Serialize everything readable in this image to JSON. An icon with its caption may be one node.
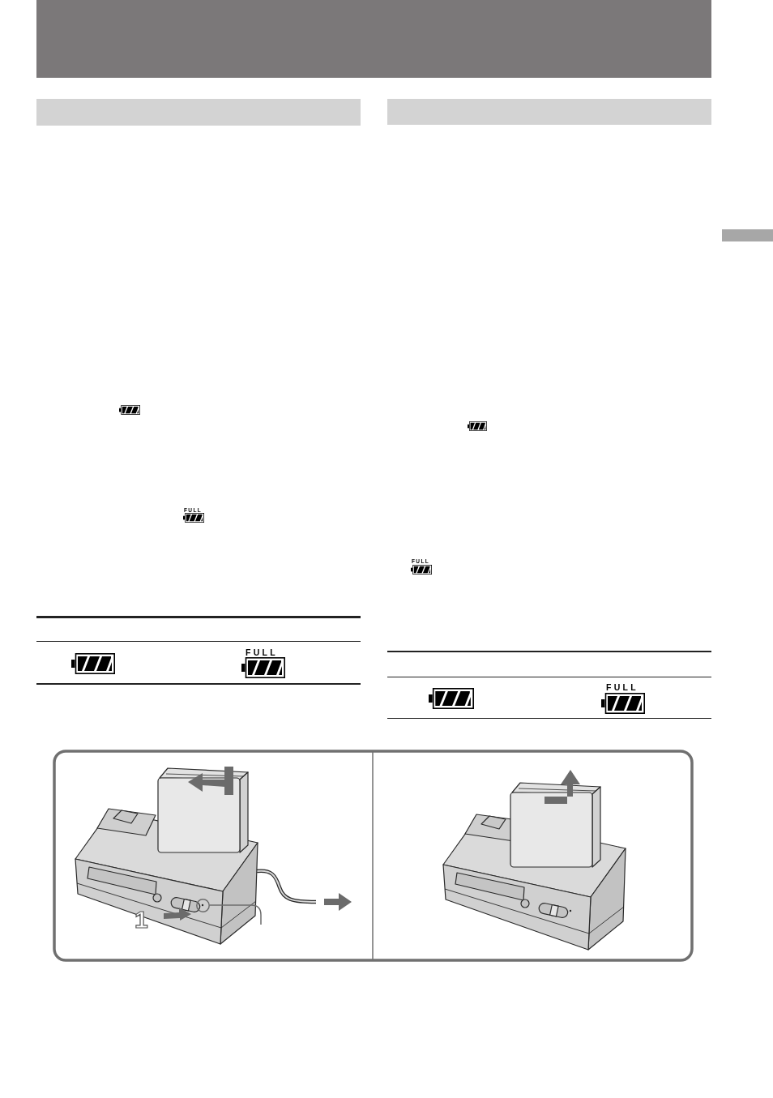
{
  "diagram": {
    "nodes": [
      {
        "text": [],
        "shape": "bar"
      },
      {
        "text": [],
        "shape": "bar"
      },
      {
        "text": [],
        "shape": "circle"
      }
    ],
    "edges": [
      {
        "from": null,
        "to": 2,
        "arrow": "none"
      }
    ],
    "labels": [
      "FULL",
      "FULL",
      "FULL",
      "FULL",
      "1"
    ]
  }
}
